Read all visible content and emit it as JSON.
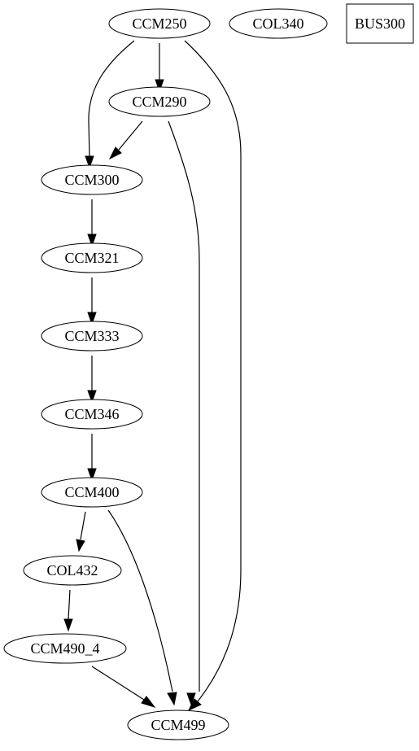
{
  "graph": {
    "nodes": [
      {
        "id": "CCM250",
        "label": "CCM250",
        "shape": "ellipse"
      },
      {
        "id": "COL340",
        "label": "COL340",
        "shape": "ellipse"
      },
      {
        "id": "BUS300",
        "label": "BUS300",
        "shape": "box"
      },
      {
        "id": "CCM290",
        "label": "CCM290",
        "shape": "ellipse"
      },
      {
        "id": "CCM300",
        "label": "CCM300",
        "shape": "ellipse"
      },
      {
        "id": "CCM321",
        "label": "CCM321",
        "shape": "ellipse"
      },
      {
        "id": "CCM333",
        "label": "CCM333",
        "shape": "ellipse"
      },
      {
        "id": "CCM346",
        "label": "CCM346",
        "shape": "ellipse"
      },
      {
        "id": "CCM400",
        "label": "CCM400",
        "shape": "ellipse"
      },
      {
        "id": "COL432",
        "label": "COL432",
        "shape": "ellipse"
      },
      {
        "id": "CCM490_4",
        "label": "CCM490_4",
        "shape": "ellipse"
      },
      {
        "id": "CCM499",
        "label": "CCM499",
        "shape": "ellipse"
      }
    ],
    "edges": [
      {
        "from": "CCM250",
        "to": "CCM290"
      },
      {
        "from": "CCM250",
        "to": "CCM300"
      },
      {
        "from": "CCM250",
        "to": "CCM499"
      },
      {
        "from": "CCM290",
        "to": "CCM300"
      },
      {
        "from": "CCM290",
        "to": "CCM499"
      },
      {
        "from": "CCM300",
        "to": "CCM321"
      },
      {
        "from": "CCM321",
        "to": "CCM333"
      },
      {
        "from": "CCM333",
        "to": "CCM346"
      },
      {
        "from": "CCM346",
        "to": "CCM400"
      },
      {
        "from": "CCM400",
        "to": "COL432"
      },
      {
        "from": "CCM400",
        "to": "CCM499"
      },
      {
        "from": "COL432",
        "to": "CCM490_4"
      },
      {
        "from": "CCM490_4",
        "to": "CCM499"
      }
    ]
  }
}
